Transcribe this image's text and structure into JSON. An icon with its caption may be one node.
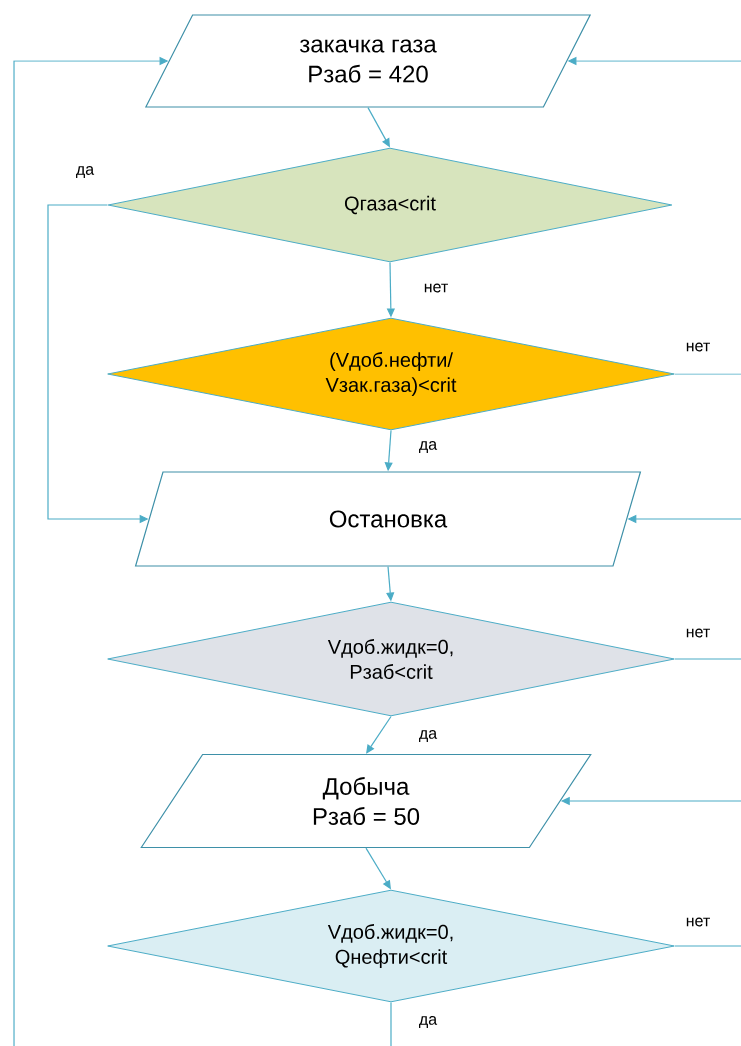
{
  "diagram": {
    "nodes": [
      {
        "text": [
          "закачка газа",
          "Рзаб = 420"
        ]
      },
      {
        "text": [
          "Qгаза<crit"
        ]
      },
      {
        "text": [
          "(Vдоб.нефти/ Vзак.газа)<crit"
        ]
      },
      {
        "text": [
          "Остановка"
        ]
      },
      {
        "text": [
          "Vдоб.жидк=0, Рзаб<crit"
        ]
      },
      {
        "text": [
          "Добыча",
          "Рзаб = 50"
        ]
      },
      {
        "text": [
          "Vдоб.жидк=0, Qнефти<crit"
        ]
      }
    ],
    "edges": [
      {
        "from": 0,
        "to": 1,
        "arrow": "to"
      },
      {
        "from": 1,
        "to": 2,
        "label": "нет",
        "arrow": "to"
      },
      {
        "from": 2,
        "to": 3,
        "label": "да",
        "arrow": "to"
      },
      {
        "from": 1,
        "to": 3,
        "label": "да",
        "arrow": "to"
      },
      {
        "from": 2,
        "to": null,
        "label": "нет",
        "arrow": "none"
      },
      {
        "from": 3,
        "to": 4,
        "arrow": "to"
      },
      {
        "from": 4,
        "to": 5,
        "label": "да",
        "arrow": "to"
      },
      {
        "from": 4,
        "to": null,
        "label": "нет",
        "arrow": "none"
      },
      {
        "from": 5,
        "to": 6,
        "arrow": "to"
      },
      {
        "from": 6,
        "to": null,
        "label": "нет",
        "arrow": "none"
      },
      {
        "from": 6,
        "to": null,
        "label": "да",
        "arrow": "none"
      },
      {
        "from": null,
        "to": 0,
        "arrow": "to"
      },
      {
        "from": null,
        "to": 0,
        "arrow": "to"
      },
      {
        "from": null,
        "to": 3,
        "arrow": "to"
      },
      {
        "from": null,
        "to": 5,
        "arrow": "to"
      }
    ]
  }
}
